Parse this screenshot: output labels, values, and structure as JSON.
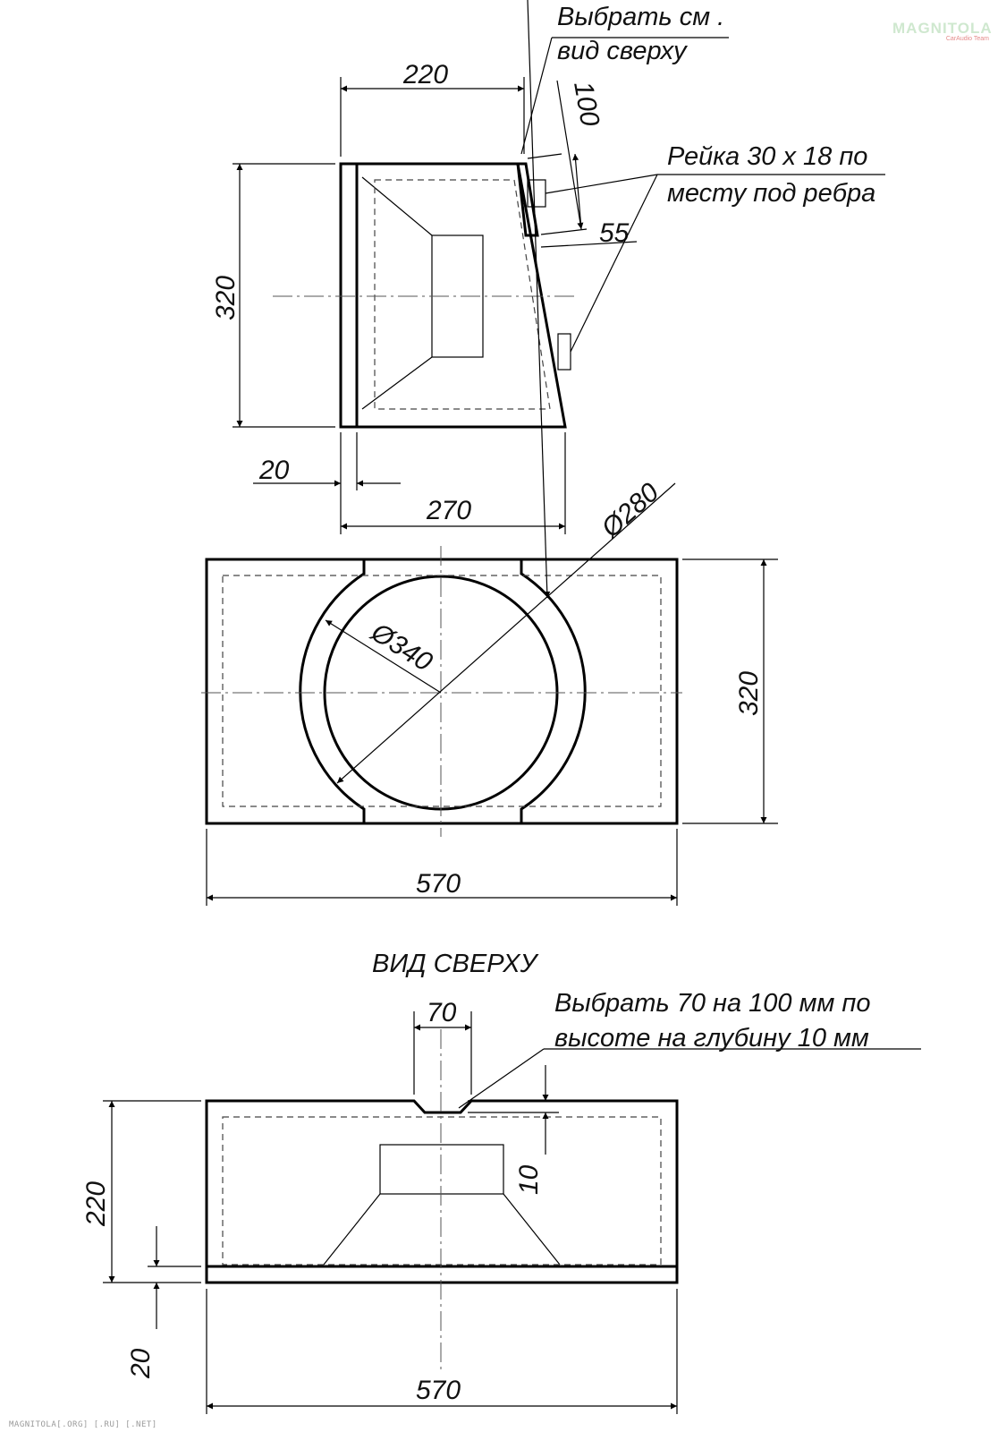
{
  "logo": {
    "main": "MAGNITOLA",
    "sub": "CarAudio Team"
  },
  "footer": "MAGNITOLA[.ORG] [.RU] [.NET]",
  "side_view": {
    "notes": {
      "select_line1": "Выбрать см .",
      "select_line2": "вид сверху",
      "rail_line1": "Рейка  30 x 18 по",
      "rail_line2": "месту под ребра"
    },
    "dims": {
      "top_width": "220",
      "height": "320",
      "panel": "20",
      "bottom_width": "270",
      "upper_offset": "100",
      "step": "55"
    }
  },
  "front_view": {
    "dims": {
      "cut_diameter": "Ø280",
      "outer_diameter": "Ø340",
      "height": "320",
      "width": "570"
    }
  },
  "top_view": {
    "title": "ВИД СВЕРХУ",
    "notes": {
      "slot_line1": "Выбрать  70  на  100  мм по",
      "slot_line2": "высоте на глубину  10  мм"
    },
    "dims": {
      "slot_width": "70",
      "depth": "10",
      "height": "220",
      "panel": "20",
      "width": "570"
    }
  }
}
